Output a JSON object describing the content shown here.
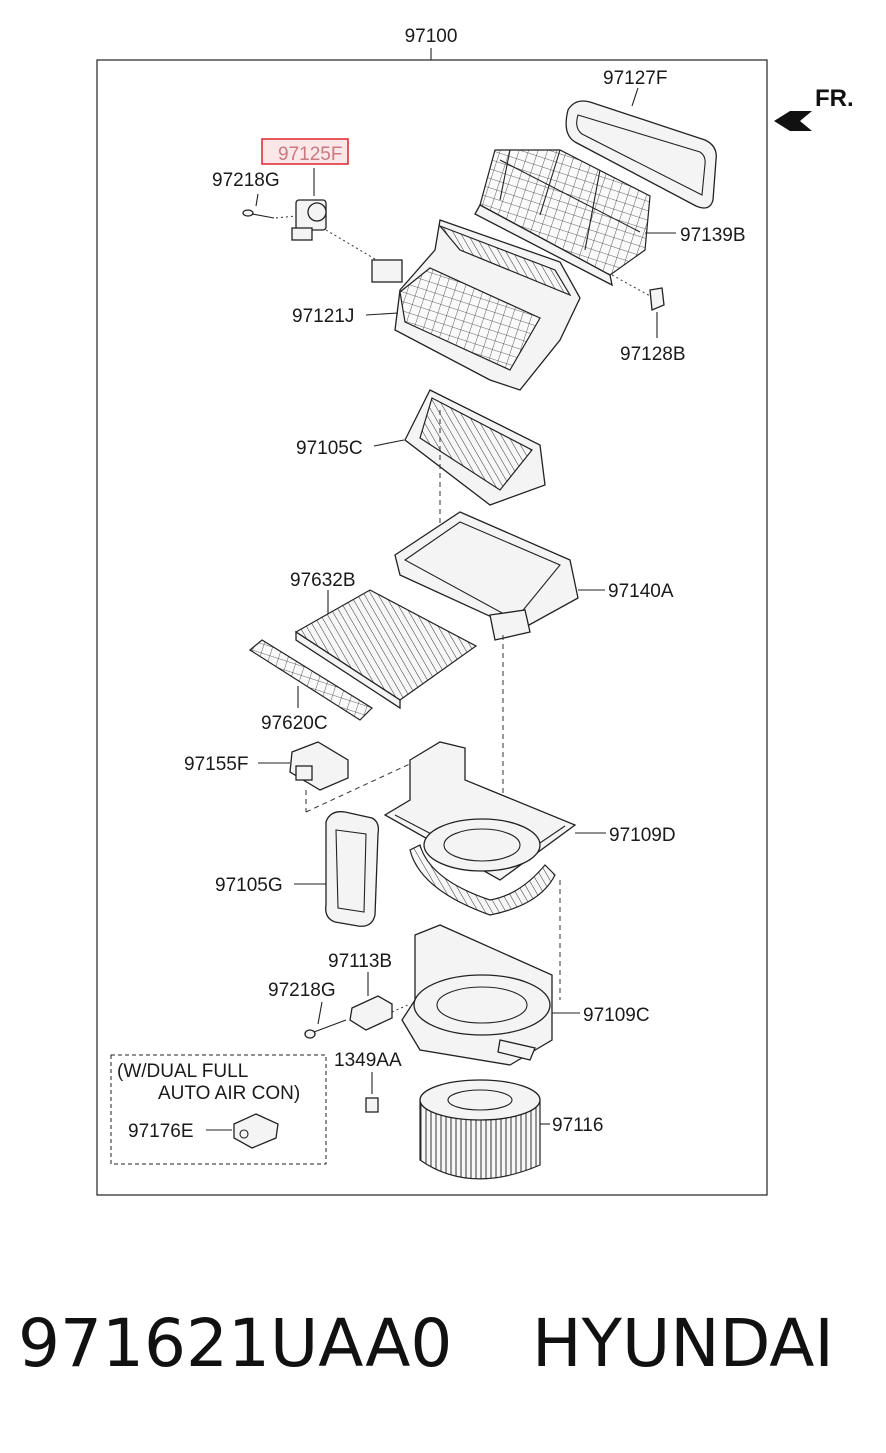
{
  "assembly_label": "97100",
  "front_marker": "FR.",
  "callouts": {
    "p97127F": "97127F",
    "p97125F": "97125F",
    "p97218G_top": "97218G",
    "p97139B": "97139B",
    "p97121J": "97121J",
    "p97128B": "97128B",
    "p97105C": "97105C",
    "p97632B": "97632B",
    "p97140A": "97140A",
    "p97620C": "97620C",
    "p97155F": "97155F",
    "p97109D": "97109D",
    "p97105G": "97105G",
    "p97113B": "97113B",
    "p97218G_bottom": "97218G",
    "p97109C": "97109C",
    "p1349AA": "1349AA",
    "p97116": "97116",
    "p97176E": "97176E"
  },
  "option_box": {
    "line1": "(W/DUAL FULL",
    "line2": "AUTO AIR CON)"
  },
  "highlight_color": "#e0303a",
  "footer": {
    "part_number": "971621UAA0",
    "brand": "HYUNDAI"
  }
}
